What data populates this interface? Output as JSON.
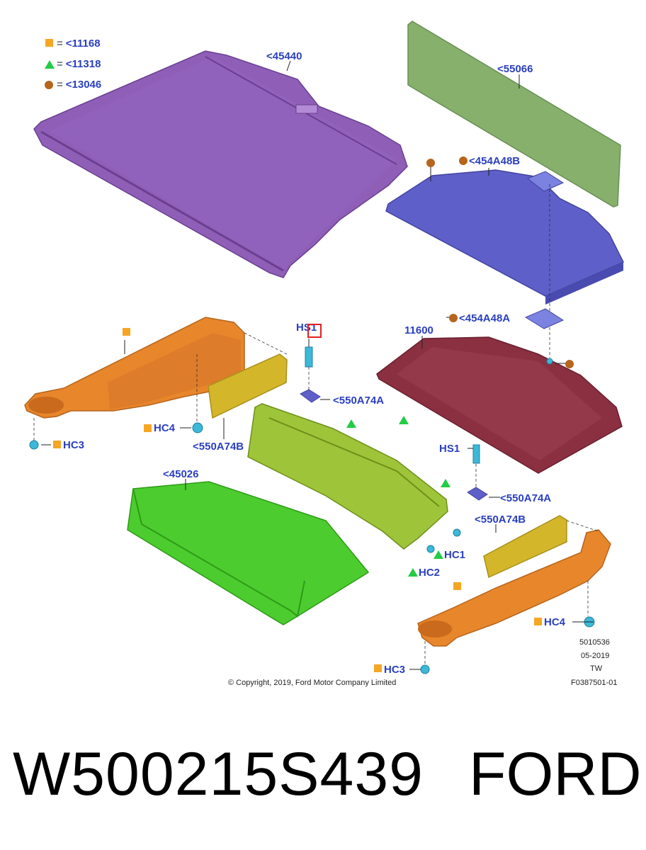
{
  "legend": [
    {
      "symbol": "square",
      "color": "#f5a623",
      "text": "<11168"
    },
    {
      "symbol": "triangle",
      "color": "#22cc44",
      "text": "<11318"
    },
    {
      "symbol": "circle",
      "color": "#b5651d",
      "text": "<13046"
    }
  ],
  "legend_eq": "=",
  "callouts": {
    "c45440": "<45440",
    "c55066": "<55066",
    "c454A48B": "<454A48B",
    "c454A48A": "<454A48A",
    "c11600": "11600",
    "hs1_top": "HS1",
    "c550A74A_top": "<550A74A",
    "hc4_left": "HC4",
    "hc3_left": "HC3",
    "c550A74B_left": "<550A74B",
    "c45026": "<45026",
    "hs1_right": "HS1",
    "c550A74A_right": "<550A74A",
    "c550A74B_right": "<550A74B",
    "hc1": "HC1",
    "hc2": "HC2",
    "hc4_right": "HC4",
    "hc3_right": "HC3"
  },
  "metadata": {
    "number": "5010536",
    "date": "05-2019",
    "initials": "TW",
    "figure": "F0387501-01",
    "copyright": "© Copyright, 2019, Ford Motor Company Limited"
  },
  "footer": {
    "part_number": "W500215S439",
    "brand": "FORD"
  },
  "colors": {
    "label": "#2a3fbf",
    "cover": "#8f5fb8",
    "screen": "#86b06c",
    "floor_panel": "#5e5fc8",
    "mat": "#8a3040",
    "trim": "#e8862c",
    "scuff_plate": "#9ec43a",
    "tray": "#4ccc2e",
    "pad": "#d4b62a",
    "clip": "#3cb8d8",
    "highlight": "#e02020"
  }
}
